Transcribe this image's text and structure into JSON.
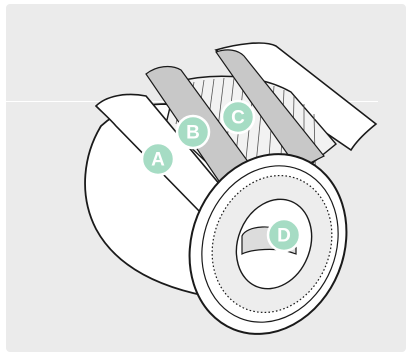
{
  "colors": {
    "background": "#ebebeb",
    "callout_fill": "#a6dcc4",
    "callout_stroke": "#ffffff",
    "outline": "#1a1a1a",
    "label_strip": "#c8c8c8"
  },
  "callouts": [
    {
      "id": "A",
      "label": "A"
    },
    {
      "id": "B",
      "label": "B"
    },
    {
      "id": "C",
      "label": "C"
    },
    {
      "id": "D",
      "label": "D"
    }
  ]
}
